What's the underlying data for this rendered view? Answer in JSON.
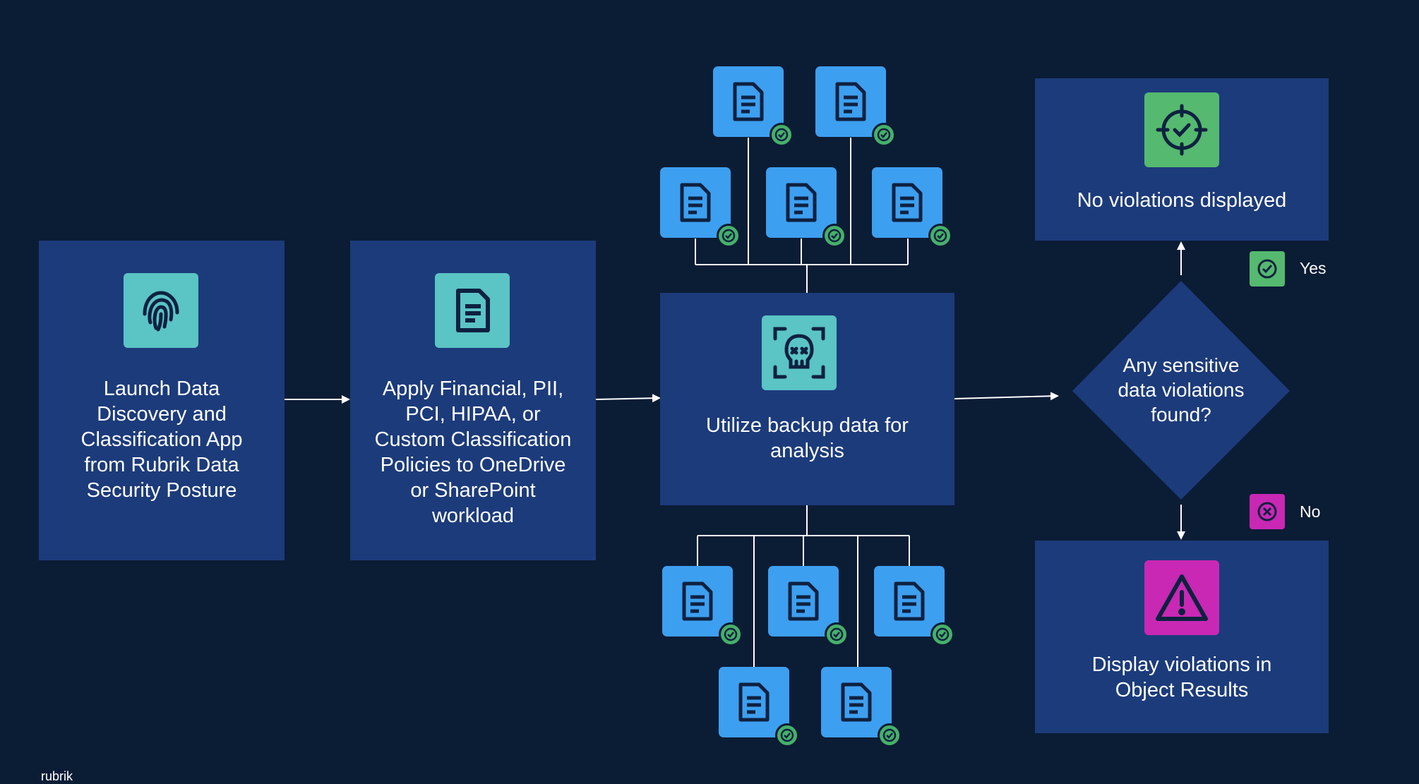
{
  "steps": {
    "launch": {
      "label": "Launch Data\nDiscovery and\nClassification App\nfrom Rubrik Data\nSecurity Posture",
      "icon": "fingerprint-icon"
    },
    "apply": {
      "label": "Apply Financial, PII,\nPCI, HIPAA, or\nCustom Classification\nPolicies to OneDrive\nor SharePoint\nworkload",
      "icon": "document-icon"
    },
    "utilize": {
      "label": "Utilize backup data for\nanalysis",
      "icon": "skull-scan-icon"
    }
  },
  "decision": {
    "label": "Any sensitive\ndata violations\nfound?"
  },
  "outcomes": {
    "no_violations": {
      "label": "No violations displayed",
      "icon": "target-check-icon"
    },
    "display_violations": {
      "label": "Display violations in\nObject Results",
      "icon": "warning-icon"
    }
  },
  "branches": {
    "yes": {
      "label": "Yes",
      "icon": "check-icon"
    },
    "no": {
      "label": "No",
      "icon": "x-circle-icon"
    }
  },
  "colors": {
    "background": "#0b1c35",
    "box": "#1c3b7b",
    "teal": "#5bc4c4",
    "doc": "#3d9ff0",
    "green": "#55b96f",
    "magenta": "#c828b4"
  },
  "footer": {
    "text": "rubrik"
  }
}
